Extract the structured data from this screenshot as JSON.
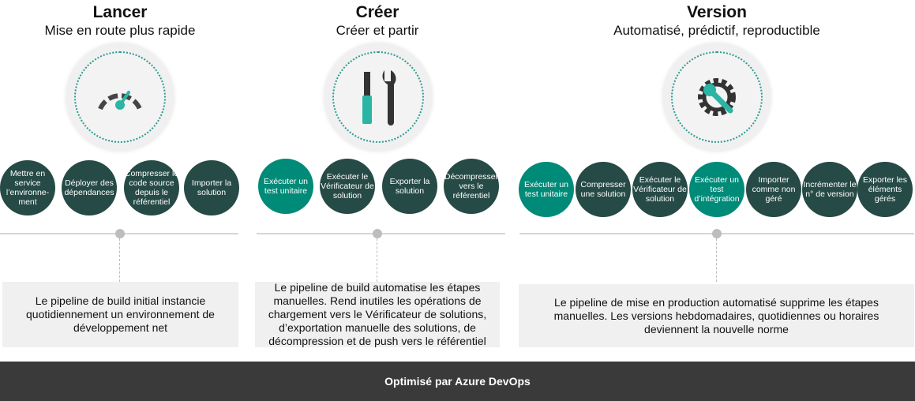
{
  "sections": [
    {
      "title": "Lancer",
      "subtitle": "Mise en route plus rapide",
      "icon": "speedometer-icon",
      "steps": [
        "Mettre en service l’environne-ment",
        "Déployer des dépendances",
        "Compresser le code source depuis le référentiel",
        "Importer la solution"
      ],
      "description": "Le pipeline de build initial instancie quotidiennement un environnement de développement net"
    },
    {
      "title": "Créer",
      "subtitle": "Créer et partir",
      "icon": "tools-icon",
      "steps": [
        "Exécuter un test unitaire",
        "Exécuter le Vérificateur de solution",
        "Exporter la solution",
        "Décompresser vers le référentiel"
      ],
      "description": "Le pipeline de build automatise les étapes manuelles. Rend inutiles les opérations de chargement vers le Vérificateur de solutions, d’exportation manuelle des solutions, de décompression et de push vers le référentiel"
    },
    {
      "title": "Version",
      "subtitle": "Automatisé, prédictif, reproductible",
      "icon": "gear-wrench-icon",
      "steps": [
        "Exécuter un test unitaire",
        "Compresser une solution",
        "Exécuter le Vérificateur de solution",
        "Exécuter un test d’intégration",
        "Importer comme non géré",
        "Incrémenter le n° de version",
        "Exporter les éléments gérés"
      ],
      "description": "Le pipeline de mise en production automatisé supprime les étapes manuelles. Les versions hebdomadaires, quotidiennes ou horaires deviennent la nouvelle norme"
    }
  ],
  "footer": "Optimisé par Azure DevOps",
  "colors": {
    "dark": "#264a45",
    "teal": "#008a78"
  }
}
